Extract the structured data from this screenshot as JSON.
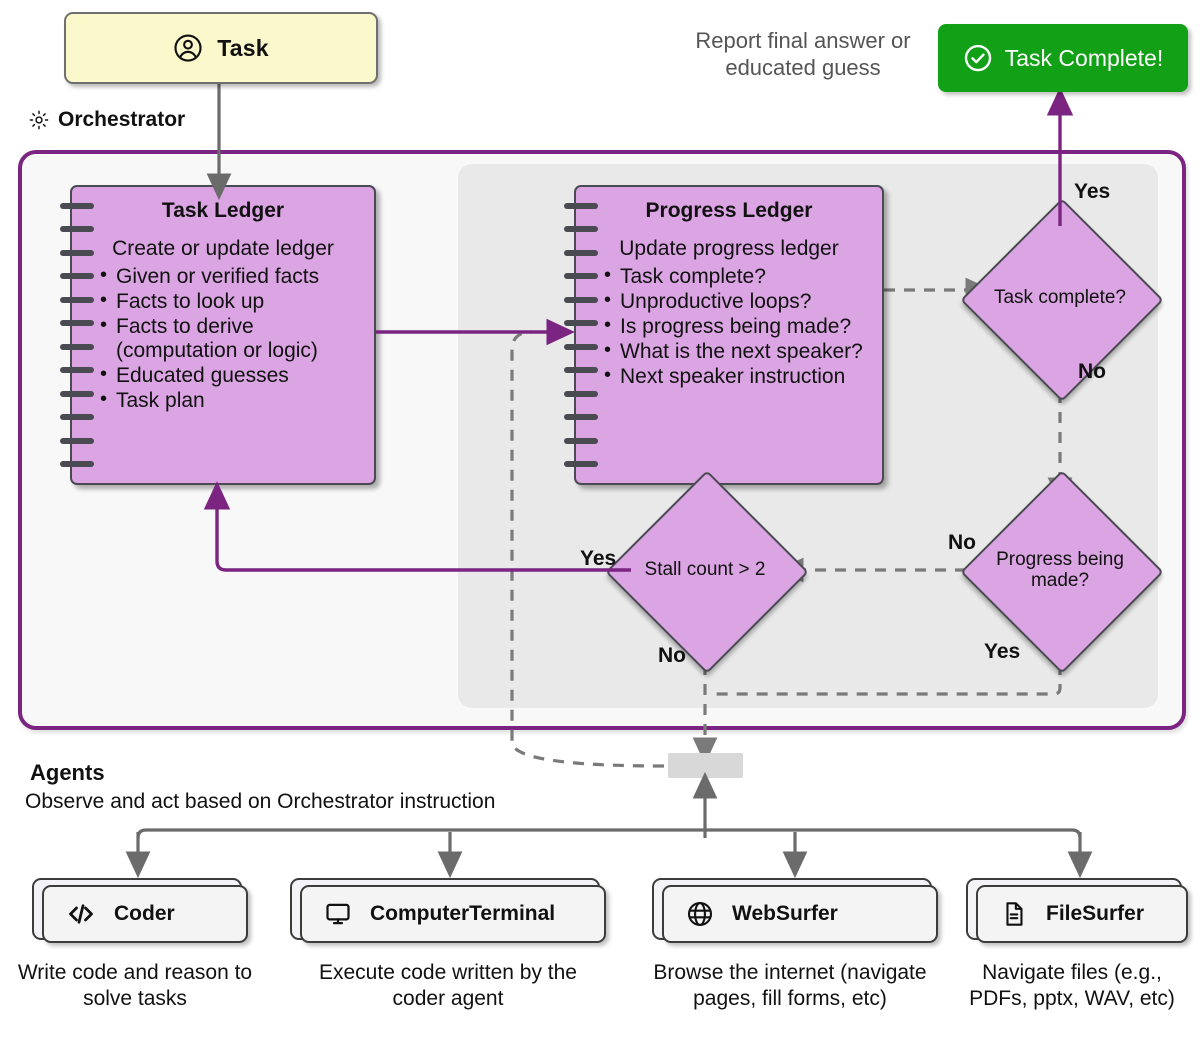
{
  "task_node": {
    "label": "Task",
    "icon": "user-circle-icon",
    "fill": "#fbf8cc"
  },
  "report": {
    "text": "Report final answer or educated guess"
  },
  "complete_badge": {
    "label": "Task Complete!",
    "icon": "check-circle-icon",
    "color": "#11a016"
  },
  "orchestrator": {
    "label": "Orchestrator",
    "icon": "gear-icon",
    "border_color": "#7b2481"
  },
  "task_ledger": {
    "title": "Task Ledger",
    "subtitle": "Create or update ledger",
    "items": [
      "Given or verified facts",
      "Facts to look up",
      "Facts to derive (computation or logic)",
      "Educated guesses",
      "Task plan"
    ]
  },
  "progress_ledger": {
    "title": "Progress Ledger",
    "subtitle": "Update progress ledger",
    "items": [
      "Task complete?",
      "Unproductive loops?",
      "Is progress being made?",
      "What is the next speaker?",
      "Next speaker instruction"
    ]
  },
  "decisions": {
    "task_complete": {
      "label": "Task complete?"
    },
    "progress_made": {
      "label": "Progress being made?"
    },
    "stall_count": {
      "label": "Stall count > 2"
    }
  },
  "edge_labels": {
    "yes_to_complete": "Yes",
    "no_task_complete": "No",
    "no_progress": "No",
    "yes_progress": "Yes",
    "no_stall": "No",
    "yes_stall": "Yes"
  },
  "agents_section": {
    "title": "Agents",
    "subtitle": "Observe and act based on Orchestrator instruction"
  },
  "agents": [
    {
      "name": "Coder",
      "icon": "code-brackets-icon",
      "description": "Write code and reason to solve tasks"
    },
    {
      "name": "ComputerTerminal",
      "icon": "monitor-icon",
      "description": "Execute code written by the coder agent"
    },
    {
      "name": "WebSurfer",
      "icon": "globe-icon",
      "description": "Browse the internet (navigate pages, fill forms, etc)"
    },
    {
      "name": "FileSurfer",
      "icon": "document-icon",
      "description": "Navigate files (e.g., PDFs, pptx, WAV, etc)"
    }
  ],
  "colors": {
    "ledger_fill": "#dba4e3",
    "orchestrator_border": "#7b2481",
    "success_green": "#11a016",
    "task_fill": "#fbf8cc",
    "dashed_gray": "#7a7a7a"
  }
}
